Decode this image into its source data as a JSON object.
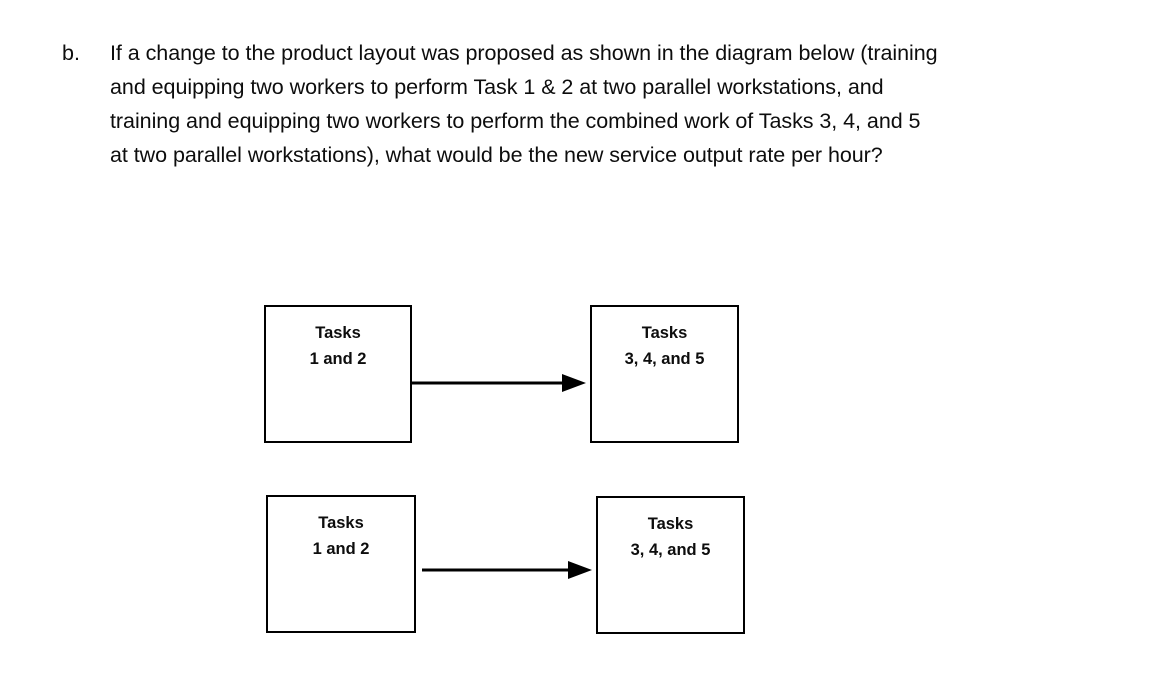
{
  "question": {
    "marker": "b.",
    "lines": [
      "If a change to the product layout was proposed as shown in the diagram below (training",
      "and equipping two workers to perform Task 1 & 2 at two parallel workstations, and",
      "training and equipping two workers to perform the combined work of Tasks 3, 4, and 5",
      "at two parallel workstations), what would be the new service output rate per hour?"
    ],
    "full_text": "If a change to the product layout was proposed as shown in the diagram below (training and equipping two workers to perform Task 1 & 2 at two parallel workstations, and training and equipping two workers to perform the combined work of Tasks 3, 4, and 5 at two parallel workstations), what would be the new service output rate per hour?"
  },
  "diagram": {
    "stroke_color": "#000000",
    "fill_color": "#ffffff",
    "nodes": [
      {
        "id": "top-left",
        "line1": "Tasks",
        "line2": "1 and 2"
      },
      {
        "id": "top-right",
        "line1": "Tasks",
        "line2": "3, 4, and 5"
      },
      {
        "id": "bottom-left",
        "line1": "Tasks",
        "line2": "1 and 2"
      },
      {
        "id": "bottom-right",
        "line1": "Tasks",
        "line2": "3, 4, and 5"
      }
    ],
    "connectors": [
      {
        "id": "top-connector",
        "from": "top-left",
        "to": "top-right",
        "style": "arrow-right"
      },
      {
        "id": "bottom-connector",
        "from": "bottom-left",
        "to": "bottom-right",
        "style": "arrow-right"
      }
    ]
  }
}
